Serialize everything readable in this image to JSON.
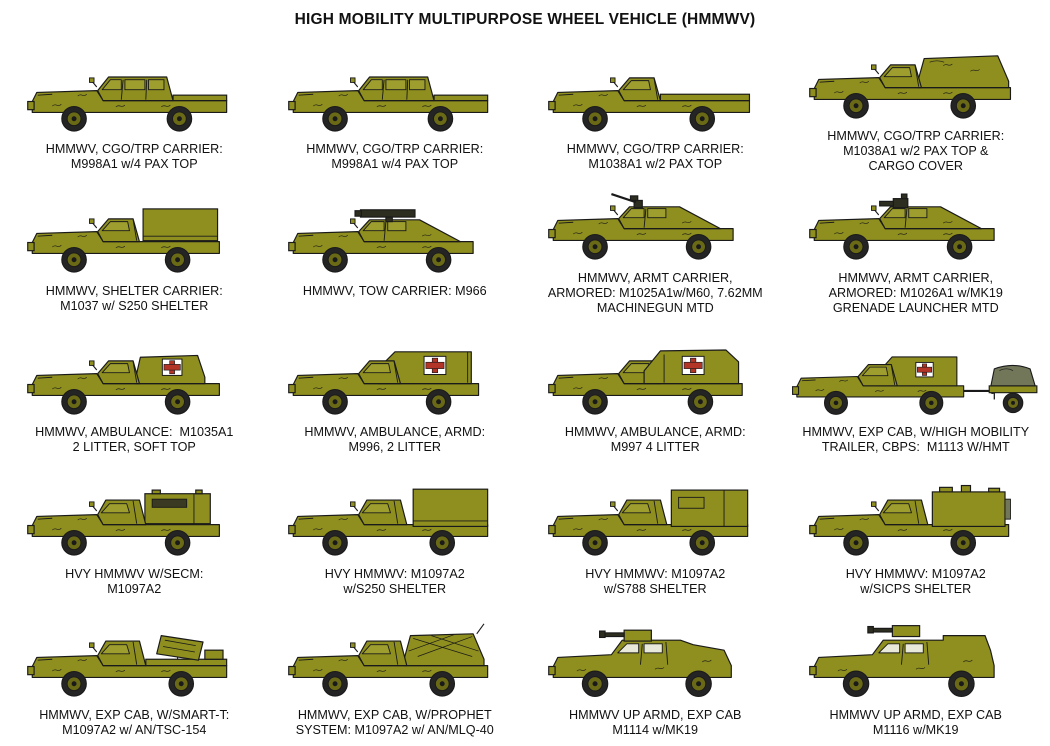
{
  "title": "HIGH MOBILITY MULTIPURPOSE WHEEL VEHICLE (HMMWV)",
  "colors": {
    "background": "#FFFFFF",
    "text": "#111111",
    "outline": "#1A1A1A",
    "body": "#8F8F1F",
    "glass": "#9E9E2F",
    "canvas": "#73775A",
    "tire": "#242424",
    "rim": "#6A6A16",
    "gun_dark": "#2E2E20",
    "cross_red": "#B23527",
    "cross_bg": "#FFFFFF"
  },
  "grid": {
    "rows": 5,
    "cols": 4
  },
  "cells": [
    {
      "icon": "hmmwv-m998a1-4pax-top-icon",
      "variant": "pax4",
      "lines": [
        "HMMWV, CGO/TRP CARRIER:",
        "M998A1 w/4 PAX TOP"
      ]
    },
    {
      "icon": "hmmwv-m998a1-4pax-top-icon",
      "variant": "pax4",
      "lines": [
        "HMMWV, CGO/TRP CARRIER:",
        "M998A1 w/4 PAX TOP"
      ]
    },
    {
      "icon": "hmmwv-m1038a1-2pax-top-icon",
      "variant": "pax2_bed",
      "lines": [
        "HMMWV, CGO/TRP CARRIER:",
        "M1038A1 w/2 PAX TOP"
      ]
    },
    {
      "icon": "hmmwv-m1038a1-cargo-cover-icon",
      "variant": "pax2_cover",
      "lines": [
        "HMMWV, CGO/TRP CARRIER:",
        "M1038A1 w/2 PAX TOP &",
        "CARGO COVER"
      ]
    },
    {
      "icon": "hmmwv-m1037-s250-shelter-icon",
      "variant": "shelter_s250",
      "lines": [
        "HMMWV, SHELTER CARRIER:",
        "M1037 w/ S250 SHELTER"
      ]
    },
    {
      "icon": "hmmwv-m966-tow-carrier-icon",
      "variant": "tow",
      "lines": [
        "HMMWV, TOW CARRIER: M966"
      ]
    },
    {
      "icon": "hmmwv-m1025a1-m60-machinegun-icon",
      "variant": "armt_mg",
      "lines": [
        "HMMWV, ARMT CARRIER,",
        "ARMORED: M1025A1w/M60, 7.62MM",
        "MACHINEGUN MTD"
      ]
    },
    {
      "icon": "hmmwv-m1026a1-mk19-launcher-icon",
      "variant": "armt_mk19",
      "lines": [
        "HMMWV, ARMT CARRIER,",
        "ARMORED: M1026A1 w/MK19",
        "GRENADE LAUNCHER MTD"
      ]
    },
    {
      "icon": "hmmwv-m1035a1-ambulance-softtop-icon",
      "variant": "amb_soft",
      "lines": [
        "HMMWV, AMBULANCE:  M1035A1",
        "2 LITTER, SOFT TOP"
      ]
    },
    {
      "icon": "hmmwv-m996-ambulance-armd-icon",
      "variant": "amb_box_small",
      "lines": [
        "HMMWV, AMBULANCE, ARMD:",
        "M996, 2 LITTER"
      ]
    },
    {
      "icon": "hmmwv-m997-ambulance-armd-icon",
      "variant": "amb_box_large",
      "lines": [
        "HMMWV, AMBULANCE, ARMD:",
        "M997 4 LITTER"
      ]
    },
    {
      "icon": "hmmwv-m1113-hmt-trailer-icon",
      "variant": "amb_trailer",
      "lines": [
        "HMMWV, EXP CAB, W/HIGH MOBILITY",
        "TRAILER, CBPS:  M1113 W/HMT"
      ]
    },
    {
      "icon": "hvy-hmmwv-m1097a2-secm-icon",
      "variant": "secm",
      "lines": [
        "HVY HMMWV W/SECM:",
        "M1097A2"
      ]
    },
    {
      "icon": "hvy-hmmwv-m1097a2-s250-shelter-icon",
      "variant": "hvy_s250",
      "lines": [
        "HVY HMMWV: M1097A2",
        "w/S250 SHELTER"
      ]
    },
    {
      "icon": "hvy-hmmwv-m1097a2-s788-shelter-icon",
      "variant": "hvy_s788",
      "lines": [
        "HVY HMMWV: M1097A2",
        "w/S788 SHELTER"
      ]
    },
    {
      "icon": "hvy-hmmwv-m1097a2-sicps-shelter-icon",
      "variant": "hvy_sicps",
      "lines": [
        "HVY HMMWV: M1097A2",
        "w/SICPS SHELTER"
      ]
    },
    {
      "icon": "hmmwv-m1097a2-smart-t-icon",
      "variant": "smart_t",
      "lines": [
        "HMMWV, EXP CAB, W/SMART-T:",
        "M1097A2 w/ AN/TSC-154"
      ]
    },
    {
      "icon": "hmmwv-m1097a2-prophet-system-icon",
      "variant": "prophet",
      "lines": [
        "HMMWV, EXP CAB, W/PROPHET",
        "SYSTEM: M1097A2 w/ AN/MLQ-40"
      ]
    },
    {
      "icon": "hmmwv-m1114-up-armd-mk19-icon",
      "variant": "m1114",
      "lines": [
        "HMMWV UP ARMD, EXP CAB",
        "M1114 w/MK19"
      ]
    },
    {
      "icon": "hmmwv-m1116-up-armd-mk19-icon",
      "variant": "m1116",
      "lines": [
        "HMMWV UP ARMD, EXP CAB",
        "M1116 w/MK19"
      ]
    }
  ]
}
